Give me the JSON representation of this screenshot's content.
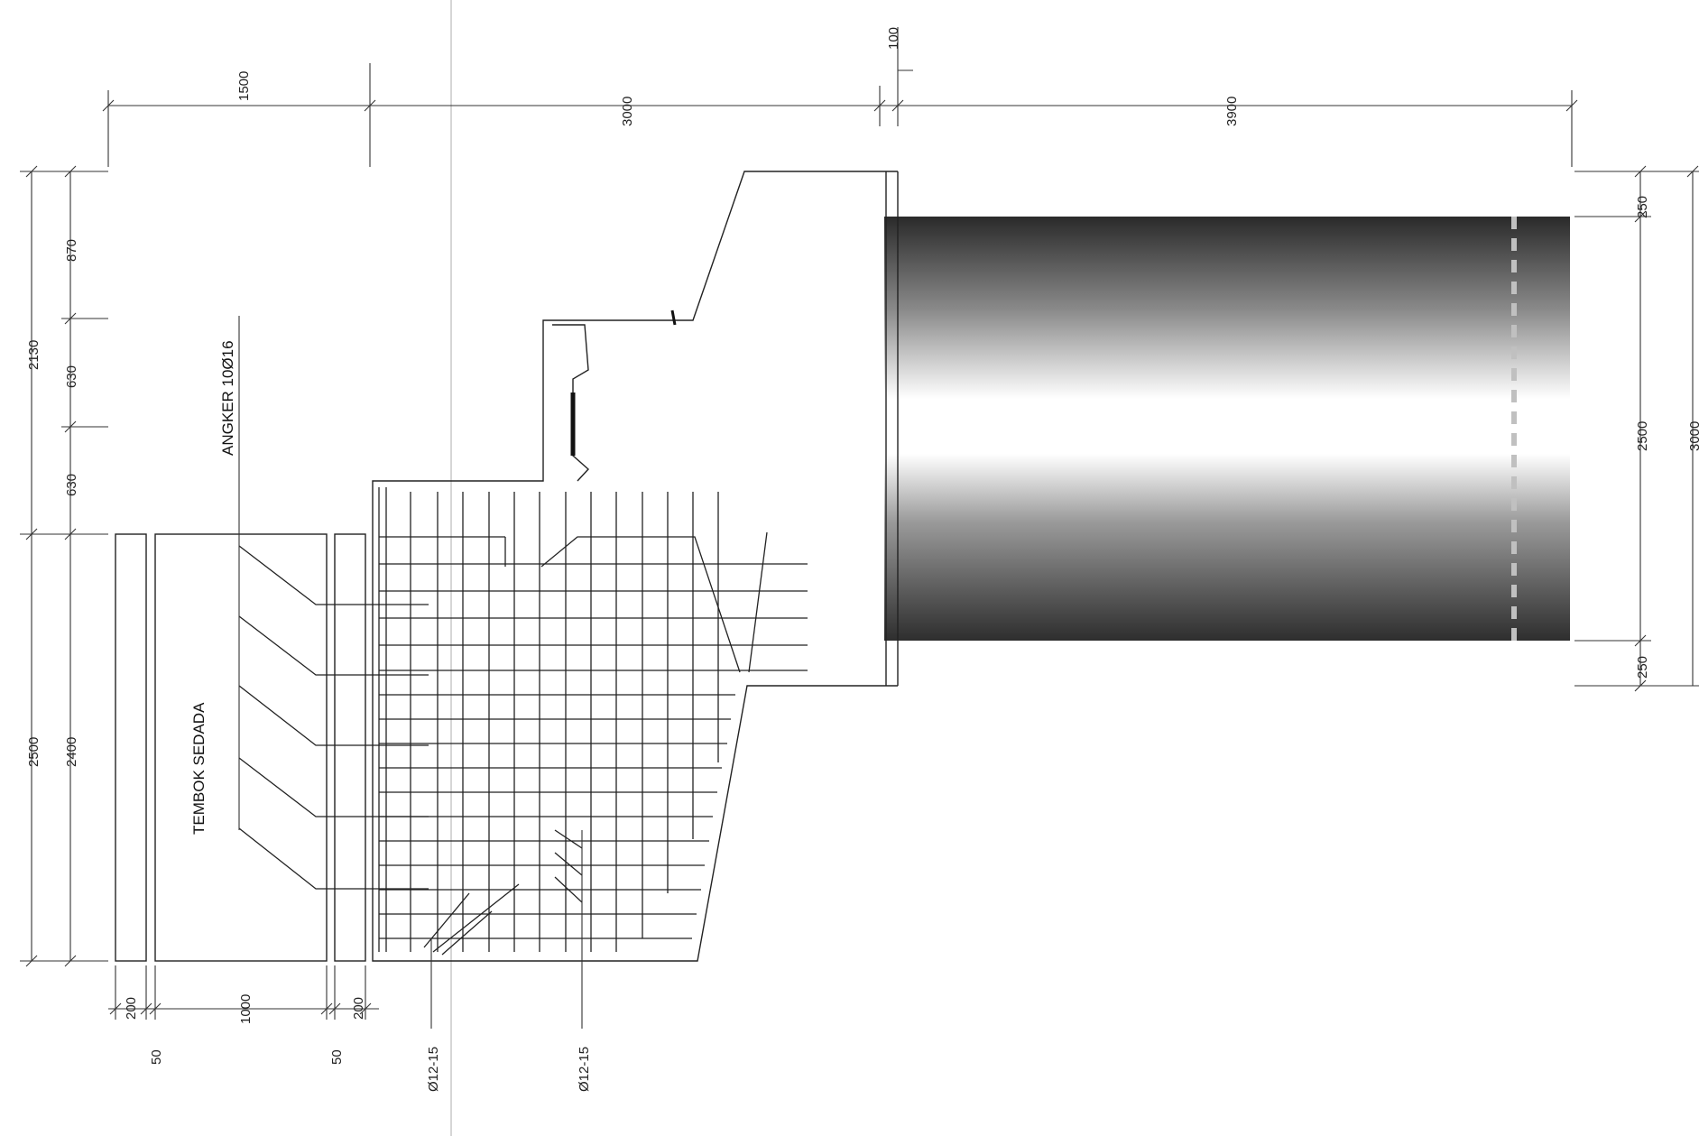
{
  "labels": {
    "wall": "TEMBOK SEDADA",
    "anchor": "ANGKER 10Ø16",
    "rebar_a": "Ø12-15",
    "rebar_b": "Ø12-15"
  },
  "dimensions": {
    "top": [
      "1500",
      "3000",
      "100",
      "3900"
    ],
    "left_outer": [
      "2130",
      "2500"
    ],
    "left_inner": [
      "870",
      "630",
      "630",
      "2400"
    ],
    "bottom": [
      "200",
      "50",
      "1000",
      "50",
      "200"
    ],
    "right_inner": [
      "250",
      "2500",
      "250"
    ],
    "right_outer": [
      "3000"
    ]
  },
  "colors": {
    "line": "#222222",
    "pipe_dark": "#2a2a2a",
    "pipe_light": "#ffffff"
  }
}
